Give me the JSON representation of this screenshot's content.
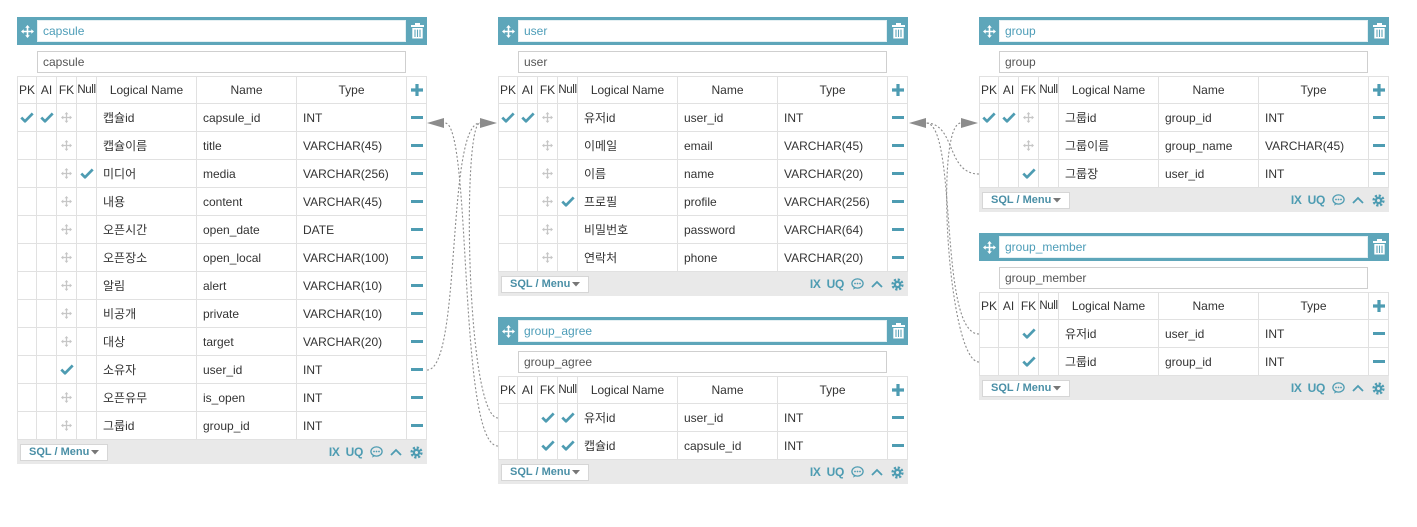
{
  "column_headers": {
    "pk": "PK",
    "ai": "AI",
    "fk": "FK",
    "null": "Null",
    "logical": "Logical Name",
    "name": "Name",
    "type": "Type"
  },
  "footer": {
    "menu_label": "SQL / Menu",
    "ix_label": "IX",
    "uq_label": "UQ"
  },
  "icons": {
    "move": "move-icon",
    "delete_table": "trash-icon",
    "add_column": "plus-icon",
    "remove_column": "minus-icon",
    "checked": "check-icon",
    "drag": "drag-handle-icon",
    "menu_caret": "caret-down-icon",
    "comment": "comment-icon",
    "collapse": "chevron-up-icon",
    "settings": "gear-icon"
  },
  "colors": {
    "header": "#5ea6ba",
    "icon": "#4e9cb2",
    "title_text": "#4d9db8",
    "footer_bg": "#e9e9e9",
    "grid": "#e1e1e1",
    "drag_icon": "#c6c6c6",
    "relation_line": "#8c8c8c"
  },
  "tables": [
    {
      "title": "capsule",
      "comment": "capsule",
      "columns": [
        {
          "logical": "캡슐id",
          "name": "capsule_id",
          "type": "INT",
          "pk": true,
          "ai": true,
          "fk": false,
          "null": false
        },
        {
          "logical": "캡슐이름",
          "name": "title",
          "type": "VARCHAR(45)",
          "pk": false,
          "ai": false,
          "fk": false,
          "null": false
        },
        {
          "logical": "미디어",
          "name": "media",
          "type": "VARCHAR(256)",
          "pk": false,
          "ai": false,
          "fk": false,
          "null": true
        },
        {
          "logical": "내용",
          "name": "content",
          "type": "VARCHAR(45)",
          "pk": false,
          "ai": false,
          "fk": false,
          "null": false
        },
        {
          "logical": "오픈시간",
          "name": "open_date",
          "type": "DATE",
          "pk": false,
          "ai": false,
          "fk": false,
          "null": false
        },
        {
          "logical": "오픈장소",
          "name": "open_local",
          "type": "VARCHAR(100)",
          "pk": false,
          "ai": false,
          "fk": false,
          "null": false
        },
        {
          "logical": "알림",
          "name": "alert",
          "type": "VARCHAR(10)",
          "pk": false,
          "ai": false,
          "fk": false,
          "null": false
        },
        {
          "logical": "비공개",
          "name": "private",
          "type": "VARCHAR(10)",
          "pk": false,
          "ai": false,
          "fk": false,
          "null": false
        },
        {
          "logical": "대상",
          "name": "target",
          "type": "VARCHAR(20)",
          "pk": false,
          "ai": false,
          "fk": false,
          "null": false
        },
        {
          "logical": "소유자",
          "name": "user_id",
          "type": "INT",
          "pk": false,
          "ai": false,
          "fk": true,
          "null": false
        },
        {
          "logical": "오픈유무",
          "name": "is_open",
          "type": "INT",
          "pk": false,
          "ai": false,
          "fk": false,
          "null": false
        },
        {
          "logical": "그룹id",
          "name": "group_id",
          "type": "INT",
          "pk": false,
          "ai": false,
          "fk": false,
          "null": false
        }
      ]
    },
    {
      "title": "user",
      "comment": "user",
      "columns": [
        {
          "logical": "유저id",
          "name": "user_id",
          "type": "INT",
          "pk": true,
          "ai": true,
          "fk": false,
          "null": false
        },
        {
          "logical": "이메일",
          "name": "email",
          "type": "VARCHAR(45)",
          "pk": false,
          "ai": false,
          "fk": false,
          "null": false
        },
        {
          "logical": "이름",
          "name": "name",
          "type": "VARCHAR(20)",
          "pk": false,
          "ai": false,
          "fk": false,
          "null": false
        },
        {
          "logical": "프로필",
          "name": "profile",
          "type": "VARCHAR(256)",
          "pk": false,
          "ai": false,
          "fk": false,
          "null": true
        },
        {
          "logical": "비밀번호",
          "name": "password",
          "type": "VARCHAR(64)",
          "pk": false,
          "ai": false,
          "fk": false,
          "null": false
        },
        {
          "logical": "연락처",
          "name": "phone",
          "type": "VARCHAR(20)",
          "pk": false,
          "ai": false,
          "fk": false,
          "null": false
        }
      ]
    },
    {
      "title": "group",
      "comment": "group",
      "columns": [
        {
          "logical": "그룹id",
          "name": "group_id",
          "type": "INT",
          "pk": true,
          "ai": true,
          "fk": false,
          "null": false
        },
        {
          "logical": "그룹이름",
          "name": "group_name",
          "type": "VARCHAR(45)",
          "pk": false,
          "ai": false,
          "fk": false,
          "null": false
        },
        {
          "logical": "그룹장",
          "name": "user_id",
          "type": "INT",
          "pk": false,
          "ai": false,
          "fk": true,
          "null": false
        }
      ]
    },
    {
      "title": "group_member",
      "comment": "group_member",
      "columns": [
        {
          "logical": "유저id",
          "name": "user_id",
          "type": "INT",
          "pk": false,
          "ai": false,
          "fk": true,
          "null": false
        },
        {
          "logical": "그룹id",
          "name": "group_id",
          "type": "INT",
          "pk": false,
          "ai": false,
          "fk": true,
          "null": false
        }
      ]
    },
    {
      "title": "group_agree",
      "comment": "group_agree",
      "columns": [
        {
          "logical": "유저id",
          "name": "user_id",
          "type": "INT",
          "pk": false,
          "ai": false,
          "fk": true,
          "null": true
        },
        {
          "logical": "캡슐id",
          "name": "capsule_id",
          "type": "INT",
          "pk": false,
          "ai": false,
          "fk": true,
          "null": true
        }
      ]
    }
  ]
}
